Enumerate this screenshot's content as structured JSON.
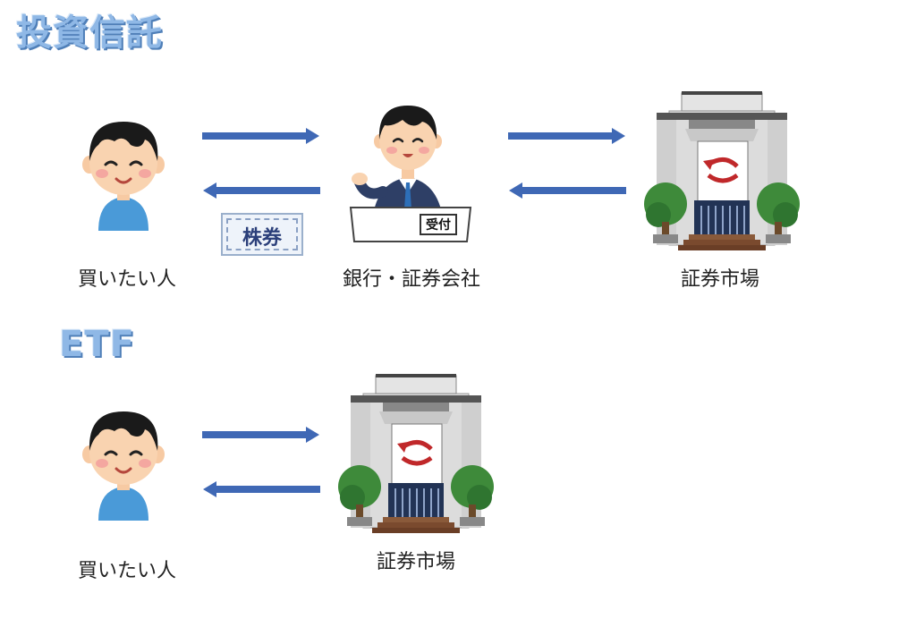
{
  "sections": [
    {
      "title": "投資信託",
      "nodes": [
        {
          "label": "買いたい人",
          "icon": "buyer-person-icon"
        },
        {
          "label": "銀行・証券会社",
          "icon": "bank-clerk-icon"
        },
        {
          "label": "証券市場",
          "icon": "stock-exchange-building-icon"
        }
      ],
      "ticket": {
        "text": "株券",
        "icon": "stock-certificate-icon"
      },
      "clerk_desk_sign": "受付"
    },
    {
      "title": "ETF",
      "nodes": [
        {
          "label": "買いたい人",
          "icon": "buyer-person-icon"
        },
        {
          "label": "証券市場",
          "icon": "stock-exchange-building-icon"
        }
      ]
    }
  ],
  "colors": {
    "arrow": "#3f68b5",
    "heading": "#8fb8e6",
    "shirt": "#4a9ad8",
    "exchange_arrow": "#c0282a"
  }
}
